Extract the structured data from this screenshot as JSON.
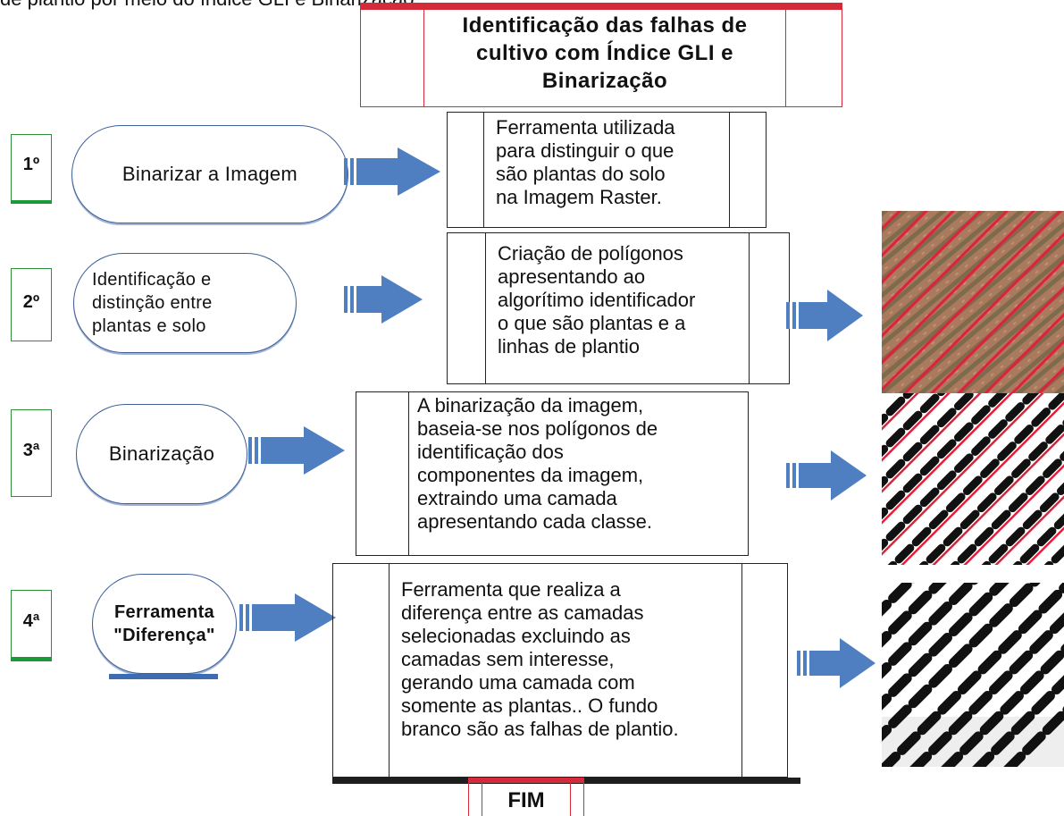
{
  "caption": "de plantio por meio do índice GLI e Binarização.",
  "title": {
    "line1": "Identificação das falhas de",
    "line2": "cultivo com Índice GLI e",
    "line3": "Binarização"
  },
  "steps": [
    {
      "number": "1º",
      "label": "Binarizar a Imagem",
      "description": [
        "Ferramenta utilizada",
        "para distinguir o que",
        "são plantas do solo",
        "na Imagem Raster."
      ]
    },
    {
      "number": "2º",
      "label_lines": [
        "Identificação e",
        "distinção entre",
        "plantas e solo"
      ],
      "description": [
        "Criação de polígonos",
        "apresentando ao",
        "algorítimo identificador",
        "o que são plantas e a",
        "linhas de plantio"
      ]
    },
    {
      "number": "3ª",
      "label": "Binarização",
      "description": [
        "A binarização da imagem,",
        "baseia-se nos polígonos de",
        "identificação dos",
        "componentes da imagem,",
        "extraindo uma camada",
        "apresentando cada classe."
      ]
    },
    {
      "number": "4ª",
      "label_lines": [
        "Ferramenta",
        "\"Diferença\""
      ],
      "description": [
        "Ferramenta que realiza a",
        "diferença entre as camadas",
        "selecionadas excluindo as",
        "camadas sem interesse,",
        "gerando uma camada com",
        "somente as plantas.. O fundo",
        "branco são as falhas de plantio."
      ]
    }
  ],
  "end_label": "FIM",
  "colors": {
    "red": "#d42a3a",
    "green": "#1a9b3a",
    "blue_arrow": "#4f7fc0",
    "pill_border": "#3f5f96"
  }
}
